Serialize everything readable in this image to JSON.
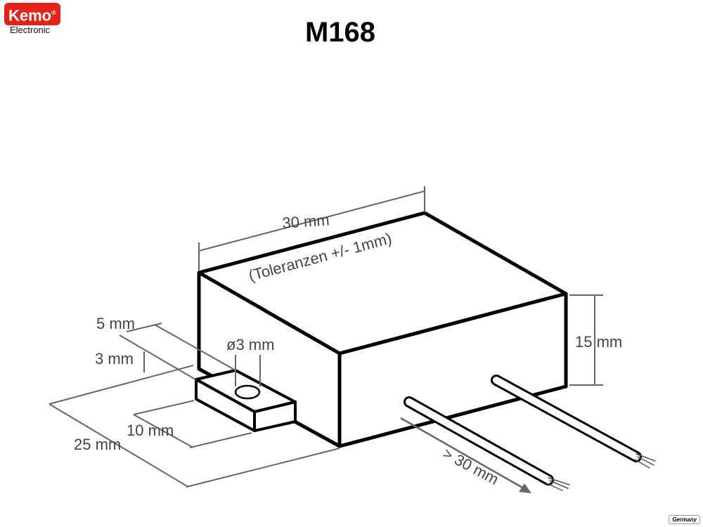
{
  "logo": {
    "brand": "Kemo",
    "registered": "®",
    "subtitle": "Electronic"
  },
  "title": "M168",
  "dimensions": {
    "length": "30 mm",
    "tolerance": "(Toleranzen +/- 1mm)",
    "height": "15 mm",
    "width": "25 mm",
    "tab_length": "10 mm",
    "tab_width": "5 mm",
    "tab_thickness": "3 mm",
    "hole_diameter": "ø3 mm",
    "wire_length": "> 30 mm"
  },
  "badge": "Germany"
}
